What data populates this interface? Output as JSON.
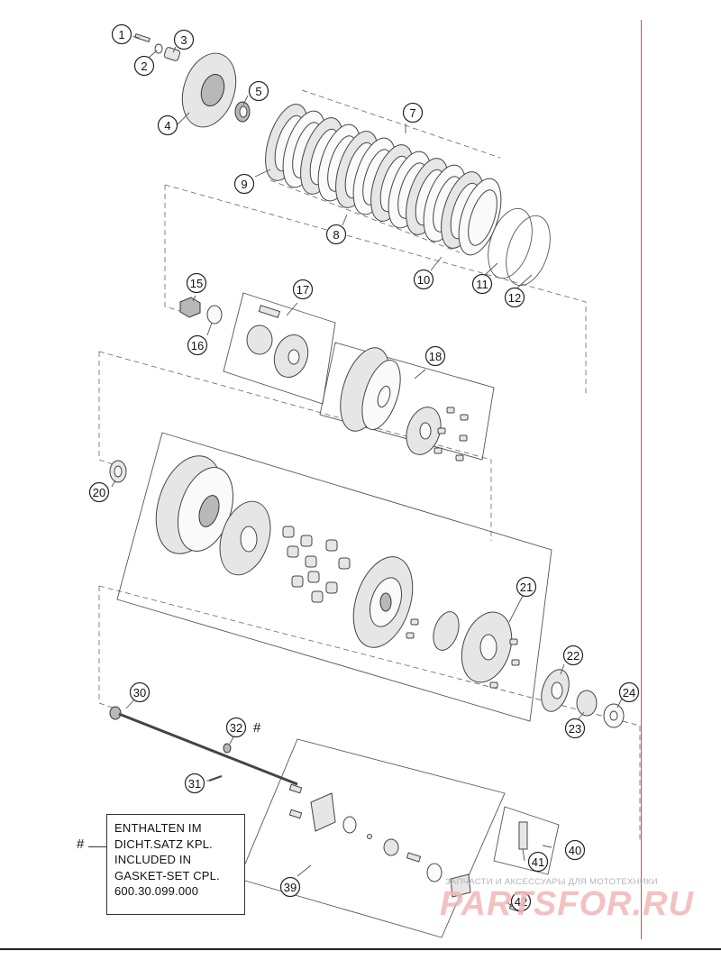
{
  "callouts": [
    {
      "id": "1",
      "label": "1"
    },
    {
      "id": "2",
      "label": "2"
    },
    {
      "id": "3",
      "label": "3"
    },
    {
      "id": "4",
      "label": "4"
    },
    {
      "id": "5",
      "label": "5"
    },
    {
      "id": "7",
      "label": "7"
    },
    {
      "id": "8",
      "label": "8"
    },
    {
      "id": "9",
      "label": "9"
    },
    {
      "id": "10",
      "label": "10"
    },
    {
      "id": "11",
      "label": "11"
    },
    {
      "id": "12",
      "label": "12"
    },
    {
      "id": "15",
      "label": "15"
    },
    {
      "id": "16",
      "label": "16"
    },
    {
      "id": "17",
      "label": "17"
    },
    {
      "id": "18",
      "label": "18"
    },
    {
      "id": "20",
      "label": "20"
    },
    {
      "id": "21",
      "label": "21"
    },
    {
      "id": "22",
      "label": "22"
    },
    {
      "id": "23",
      "label": "23"
    },
    {
      "id": "24",
      "label": "24"
    },
    {
      "id": "30",
      "label": "30"
    },
    {
      "id": "31",
      "label": "31"
    },
    {
      "id": "32",
      "label": "32"
    },
    {
      "id": "39",
      "label": "39"
    },
    {
      "id": "40",
      "label": "40"
    },
    {
      "id": "41",
      "label": "41"
    },
    {
      "id": "42",
      "label": "42"
    }
  ],
  "hash_symbol": "#",
  "note": {
    "lines": [
      "ENTHALTEN IM",
      "DICHT.SATZ KPL.",
      "INCLUDED IN",
      "GASKET-SET CPL.",
      "600.30.099.000"
    ]
  },
  "watermark": {
    "small_text": "ЗАПЧАСТИ И АКСЕССУАРЫ ДЛЯ МОТОТЕХНИКИ",
    "big_text": "PARTSFOR.RU"
  },
  "colors": {
    "border_right": "#e04848",
    "watermark_big": "#f1b7b7"
  }
}
